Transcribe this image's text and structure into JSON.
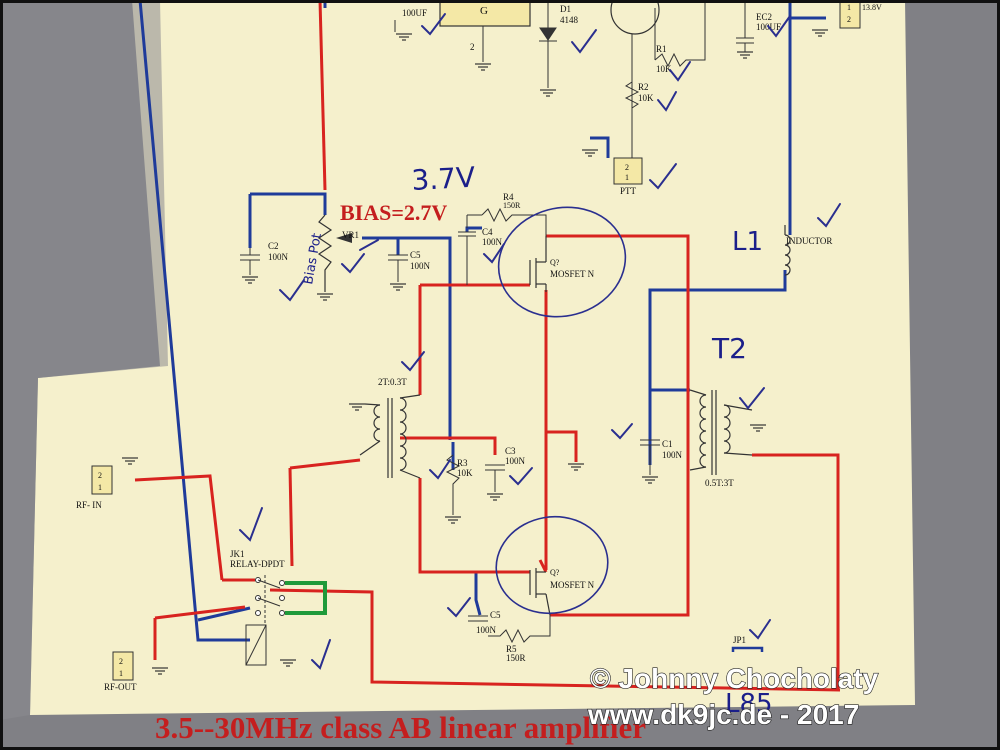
{
  "labels": {
    "c_100uf_top": "100UF",
    "ic_pin": "G",
    "d1_name": "D1",
    "d1_value": "4148",
    "r1_name": "R1",
    "r1_value": "10K",
    "r2_name": "R2",
    "r2_value": "10K",
    "ec2_name": "EC2",
    "ec2_value": "100UF",
    "pwr_voltage": "13.8V",
    "ptt_label": "PTT",
    "ptt_pin_top": "2",
    "ptt_pin_bottom": "1",
    "bias_label": "BIAS=2.7V",
    "vr1_label": "VR1",
    "c2_name": "C2",
    "c2_value": "100N",
    "c_mid_name": "C5",
    "c_mid_value": "100N",
    "r4_name": "R4",
    "r4_value": "150R",
    "c4_name": "C4",
    "c4_value": "100N",
    "q_top_name": "Q?",
    "q_top_type": "MOSFET N",
    "inductor_label": "INDUCTOR",
    "t1_ratio": "2T:0.3T",
    "r3_name": "R3",
    "r3_value": "10K",
    "c3_name": "C3",
    "c3_value": "100N",
    "c1_name": "C1",
    "c1_value": "100N",
    "t2_ratio": "0.5T:3T",
    "rfin_label": "RF- IN",
    "rfout_label": "RF-OUT",
    "jk1_name": "JK1",
    "jk1_type": "RELAY-DPDT",
    "q_bot_name": "Q?",
    "q_bot_type": "MOSFET N",
    "c5_name": "C5",
    "c5_value": "100N",
    "r5_name": "R5",
    "r5_value": "150R",
    "jp1_label": "JP1",
    "conn_pin2": "2",
    "conn_pin1": "1",
    "title": "3.5--30MHz class AB  linear amplifier"
  },
  "handwritten": {
    "voltage_37": "3.7V",
    "bias_pot": "Bias Pot",
    "l1": "L1",
    "t2": "T2",
    "lbs": "L85"
  },
  "watermark": {
    "line1": "© Johnny Chocholaty",
    "line2": "www.dk9jc.de - 2017"
  },
  "colors": {
    "wire_red": "#d8231f",
    "wire_blue": "#1f3b9a",
    "wire_green": "#1f9a3a",
    "ink_pen": "#2a2f8f",
    "paper": "#f6f1cf"
  }
}
